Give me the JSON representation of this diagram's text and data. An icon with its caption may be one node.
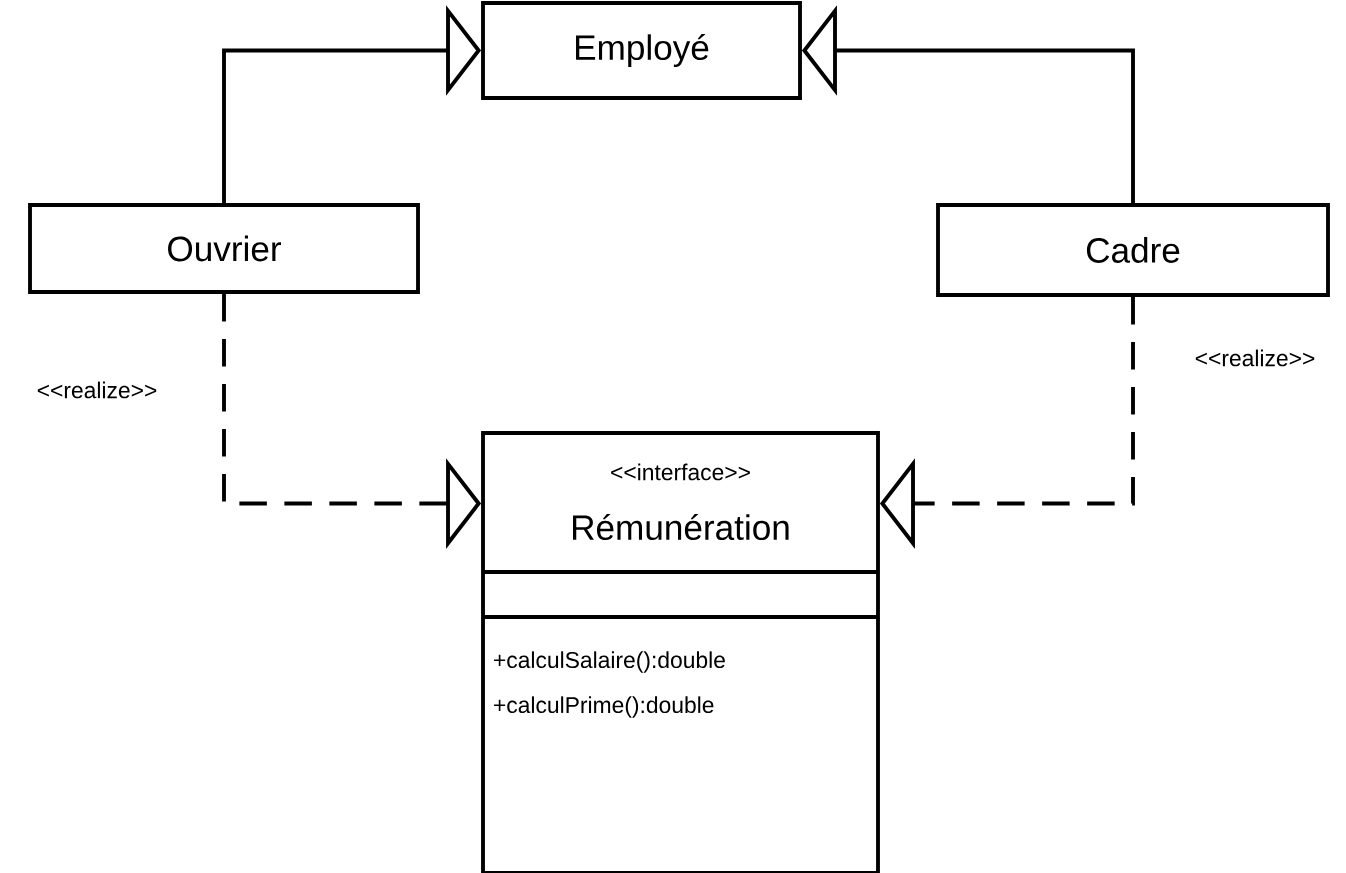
{
  "diagram": {
    "nodes": [
      {
        "text": [
          "Employé"
        ]
      },
      {
        "text": [
          "Ouvrier"
        ]
      },
      {
        "text": [
          "Cadre"
        ]
      },
      {
        "text": [
          "<<interface>>",
          "Rémunération",
          "+calculSalaire():double",
          "+calculPrime():double"
        ]
      }
    ],
    "edges": [
      {
        "from": 1,
        "to": 0,
        "arrow": "to"
      },
      {
        "from": 2,
        "to": 0,
        "arrow": "to"
      },
      {
        "from": 1,
        "to": 3,
        "arrow": "to",
        "style": "dashed",
        "label": "<<realize>>"
      },
      {
        "from": 2,
        "to": 3,
        "arrow": "to",
        "style": "dashed",
        "label": "<<realize>>"
      }
    ]
  }
}
